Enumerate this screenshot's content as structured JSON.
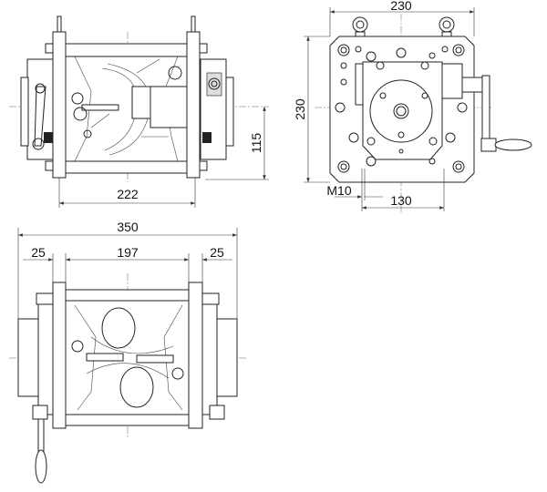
{
  "views": {
    "front": {
      "dim_width": "222",
      "dim_height": "115"
    },
    "side": {
      "dim_width": "230",
      "dim_height": "230",
      "thread": "M10",
      "dim_hole_spacing": "130"
    },
    "top": {
      "dim_overall": "350",
      "dim_left": "25",
      "dim_middle": "197",
      "dim_right": "25"
    }
  }
}
